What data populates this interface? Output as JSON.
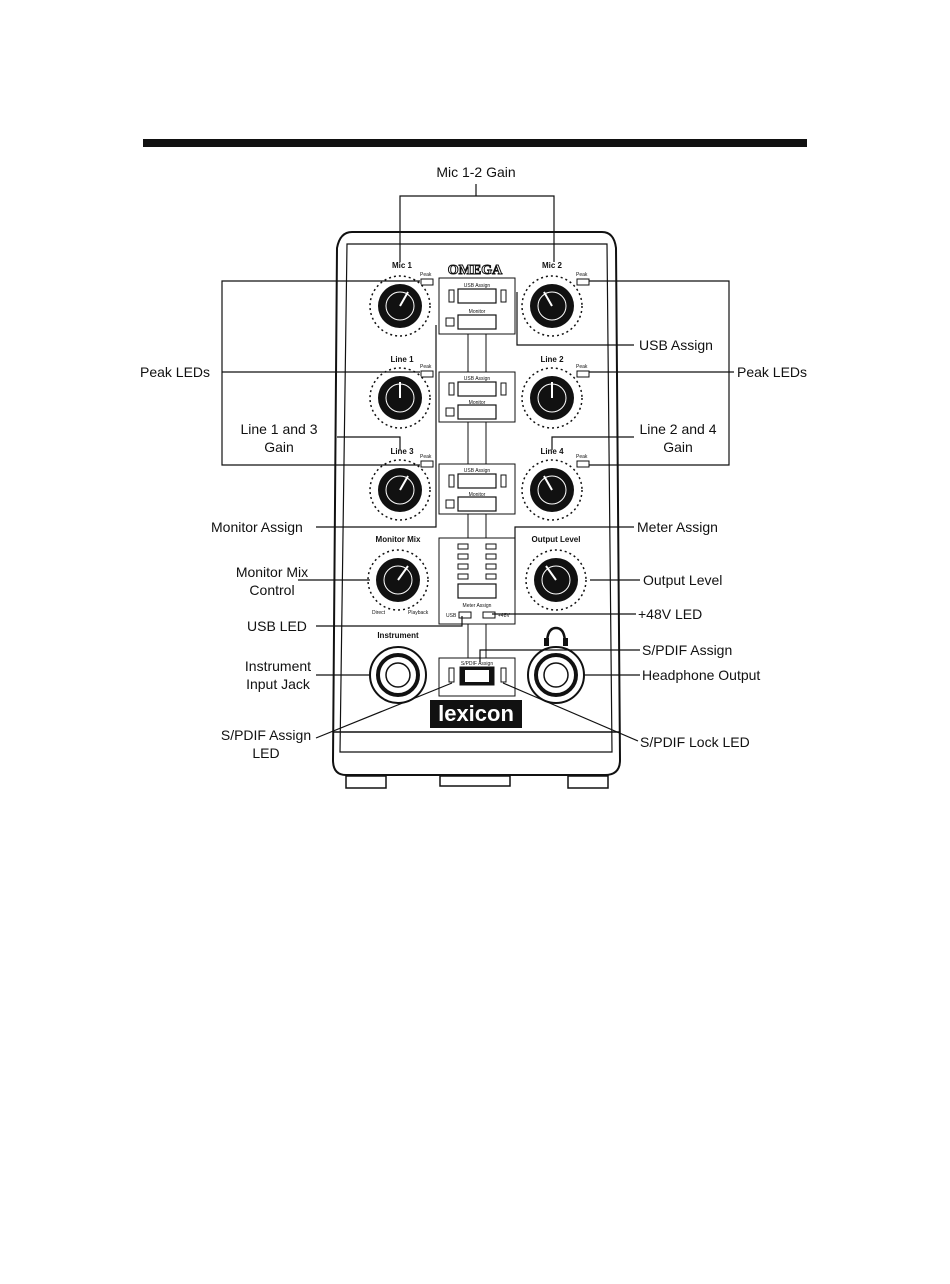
{
  "labels": {
    "mic12_gain": "Mic 1-2 Gain",
    "usb_assign": "USB Assign",
    "peak_leds_left": "Peak LEDs",
    "peak_leds_right": "Peak LEDs",
    "line13_gain_1": "Line 1 and 3",
    "line13_gain_2": "Gain",
    "line24_gain_1": "Line 2 and 4",
    "line24_gain_2": "Gain",
    "monitor_assign": "Monitor Assign",
    "meter_assign": "Meter Assign",
    "monitor_mix_1": "Monitor Mix",
    "monitor_mix_2": "Control",
    "output_level": "Output Level",
    "usb_led": "USB LED",
    "phantom_led": "+48V LED",
    "spdif_assign": "S/PDIF Assign",
    "instrument_jack_1": "Instrument",
    "instrument_jack_2": "Input Jack",
    "headphone_output": "Headphone Output",
    "spdif_assign_led_1": "S/PDIF Assign",
    "spdif_assign_led_2": "LED",
    "spdif_lock_led": "S/PDIF Lock LED"
  },
  "panel": {
    "brand_top": "OMEGA",
    "brand_bottom": "lexicon",
    "mic1": "Mic 1",
    "mic2": "Mic 2",
    "line1": "Line 1",
    "line2": "Line 2",
    "line3": "Line 3",
    "line4": "Line 4",
    "peak": "Peak",
    "monitor_mix": "Monitor Mix",
    "output_level": "Output Level",
    "instrument": "Instrument",
    "direct": "Direct",
    "playback": "Playback",
    "usb_assign_small": "USB Assign",
    "monitor_small": "Monitor",
    "spdif_small": "S/PDIF Assign",
    "meter_small": "Meter Assign",
    "usb_small": "USB",
    "v48_small": "+48V"
  },
  "colors": {
    "ink": "#111111",
    "paper": "#ffffff"
  }
}
